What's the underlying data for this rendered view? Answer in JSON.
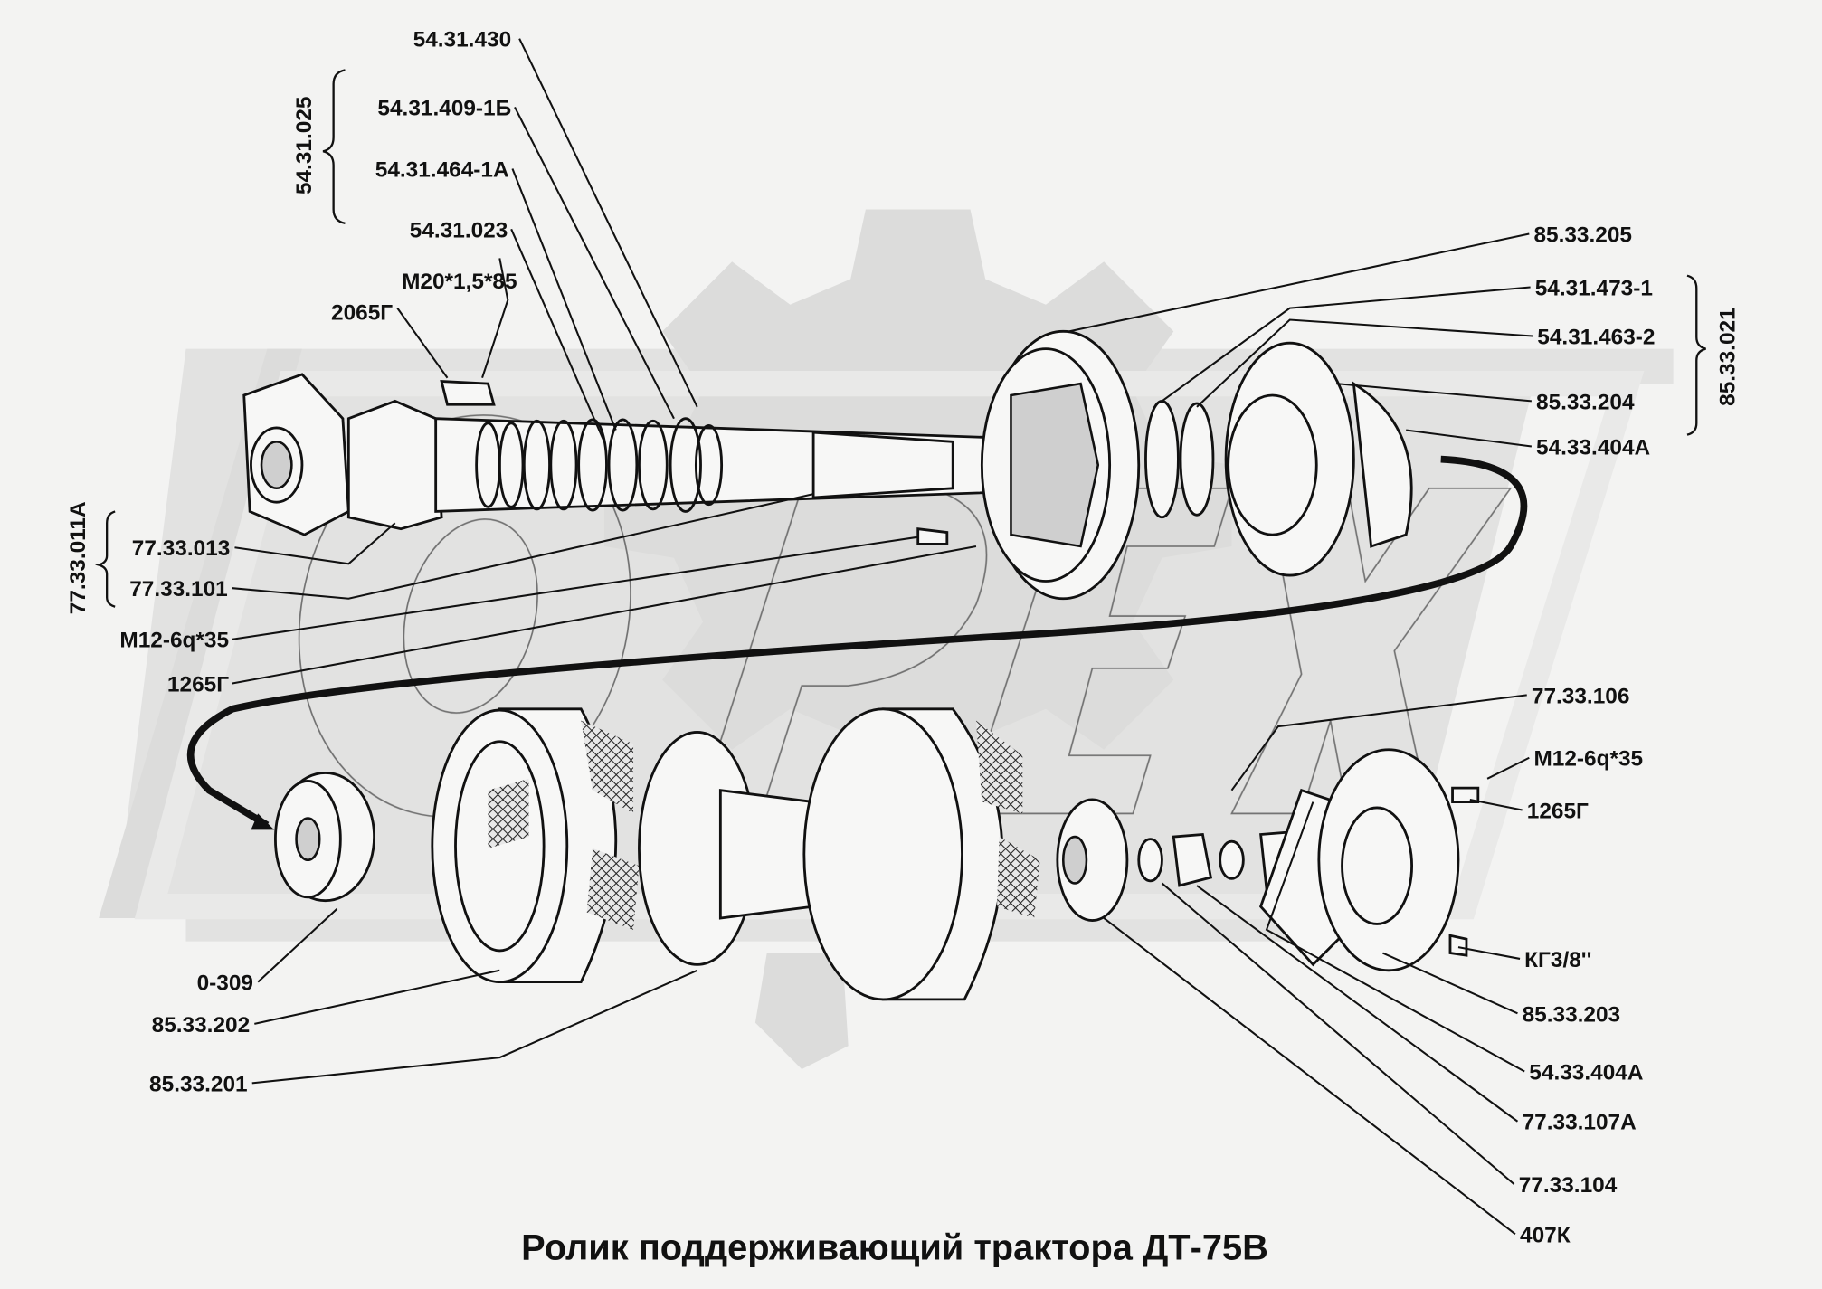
{
  "title": "Ролик поддерживающий трактора ДТ-75В",
  "watermark": {
    "text": "OPEX",
    "color": "#dcdcdb"
  },
  "colors": {
    "background": "#f3f3f2",
    "ink": "#111111"
  },
  "labels_left": [
    "54.31.430",
    "54.31.409-1Б",
    "54.31.464-1А",
    "54.31.023",
    "М20*1,5*85",
    "2065Г",
    "77.33.013",
    "77.33.101",
    "М12-6q*35",
    "1265Г",
    "0-309",
    "85.33.202",
    "85.33.201"
  ],
  "labels_right": [
    "85.33.205",
    "54.31.473-1",
    "54.31.463-2",
    "85.33.204",
    "54.33.404А",
    "77.33.106",
    "М12-6q*35",
    "1265Г",
    "КГ3/8''",
    "85.33.203",
    "54.33.404А",
    "77.33.107А",
    "77.33.104",
    "407К"
  ],
  "assemblies": [
    "54.31.025",
    "77.33.011А",
    "85.33.021"
  ]
}
